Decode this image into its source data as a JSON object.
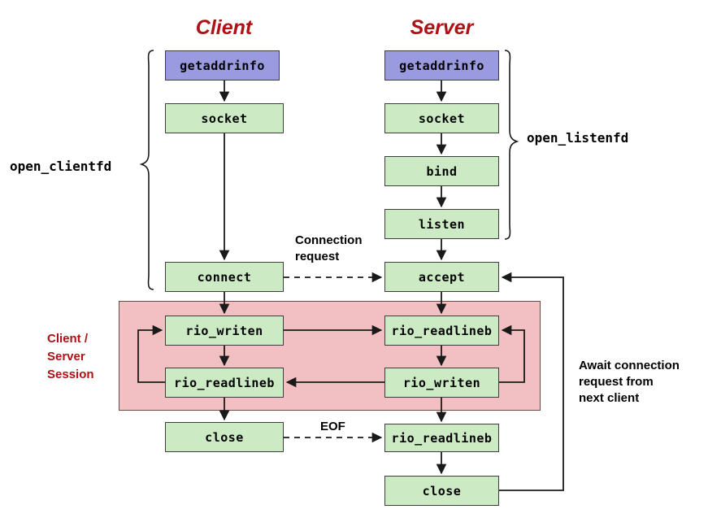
{
  "diagram": {
    "title_client": "Client",
    "title_server": "Server",
    "brace_left_label": "open_clientfd",
    "brace_right_label": "open_listenfd",
    "session_label": "Client /\nServer\nSession",
    "conn_request_label": "Connection\nrequest",
    "eof_label": "EOF",
    "await_label": "Await connection\nrequest from\nnext client",
    "colors": {
      "title_red": "#b01116",
      "node_green": "#ccebc5",
      "node_purple": "#9a9ae0",
      "node_border": "#3d3d3d",
      "session_fill": "#f2c0c2",
      "session_border": "#6b4a4c",
      "background": "#ffffff",
      "arrow": "#1a1a1a"
    },
    "client_nodes": [
      {
        "id": "client-getaddrinfo",
        "label": "getaddrinfo",
        "style": "purple"
      },
      {
        "id": "client-socket",
        "label": "socket",
        "style": "green"
      },
      {
        "id": "client-connect",
        "label": "connect",
        "style": "green"
      },
      {
        "id": "client-rio-writen",
        "label": "rio_writen",
        "style": "green"
      },
      {
        "id": "client-rio-readlineb",
        "label": "rio_readlineb",
        "style": "green"
      },
      {
        "id": "client-close",
        "label": "close",
        "style": "green"
      }
    ],
    "server_nodes": [
      {
        "id": "server-getaddrinfo",
        "label": "getaddrinfo",
        "style": "purple"
      },
      {
        "id": "server-socket",
        "label": "socket",
        "style": "green"
      },
      {
        "id": "server-bind",
        "label": "bind",
        "style": "green"
      },
      {
        "id": "server-listen",
        "label": "listen",
        "style": "green"
      },
      {
        "id": "server-accept",
        "label": "accept",
        "style": "green"
      },
      {
        "id": "server-rio-readlineb",
        "label": "rio_readlineb",
        "style": "green"
      },
      {
        "id": "server-rio-writen",
        "label": "rio_writen",
        "style": "green"
      },
      {
        "id": "server-rio-readlineb-2",
        "label": "rio_readlineb",
        "style": "green"
      },
      {
        "id": "server-close",
        "label": "close",
        "style": "green"
      }
    ]
  }
}
